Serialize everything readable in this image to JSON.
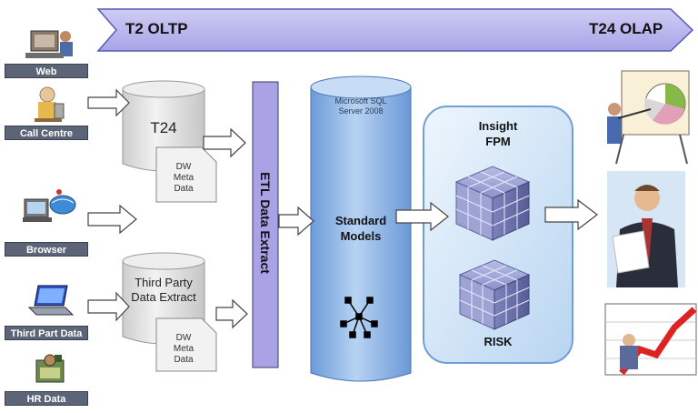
{
  "banner": {
    "left_label": "T2 OLTP",
    "right_label": "T24 OLAP"
  },
  "sources": [
    {
      "label": "Web",
      "icon": "computer-person-icon"
    },
    {
      "label": "Call Centre",
      "icon": "call-centre-operator-icon"
    },
    {
      "label": "Browser",
      "icon": "browser-globe-icon"
    },
    {
      "label": "Third Part Data",
      "icon": "laptop-icon"
    },
    {
      "label": "HR Data",
      "icon": "hr-folder-person-icon"
    }
  ],
  "t24_store": {
    "title": "T24",
    "note_lines": [
      "DW",
      "Meta",
      "Data"
    ]
  },
  "third_party_store": {
    "title_lines": [
      "Third Party",
      "Data Extract"
    ],
    "note_lines": [
      "DW",
      "Meta",
      "Data"
    ]
  },
  "etl": {
    "label": "ETL  Data Extract"
  },
  "sql_server": {
    "header_lines": [
      "Microsoft SQL",
      "Server 2008"
    ],
    "models_lines": [
      "Standard",
      "Models"
    ],
    "icon": "network-star-icon"
  },
  "insight": {
    "title_lines": [
      "Insight",
      "FPM"
    ],
    "risk_label": "RISK",
    "icon": "olap-cube-icon"
  },
  "outputs": [
    {
      "icon": "presentation-pie-chart-icon"
    },
    {
      "icon": "businessman-reading-icon"
    },
    {
      "icon": "growth-chart-icon"
    }
  ],
  "colors": {
    "banner_fill": "#b8b6ee",
    "banner_stroke": "#5a59b0",
    "etl_fill": "#a9a3e6",
    "sql_fill": "#86b2e6",
    "insight_fill": "#d4e6f8",
    "label_bg": "#5c6577",
    "cylinder_fill": "#e2e2e2"
  }
}
